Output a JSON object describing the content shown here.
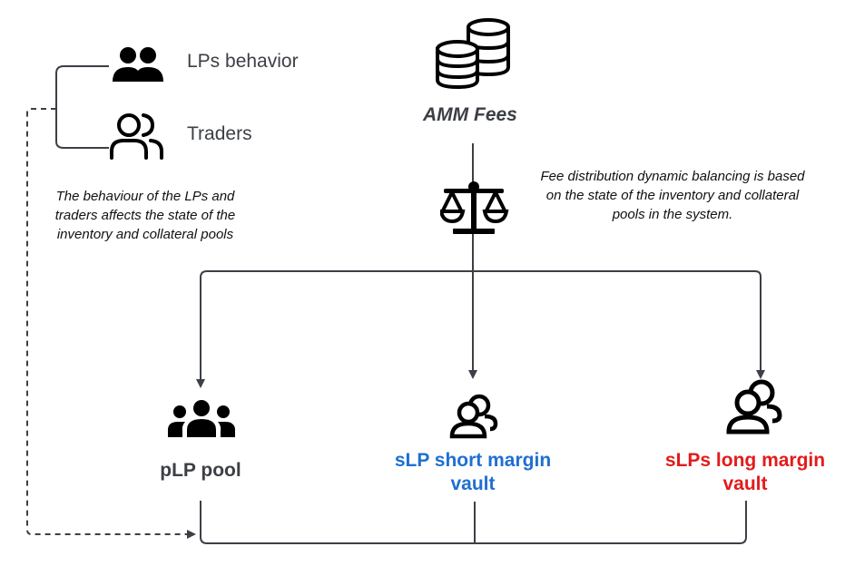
{
  "legend": {
    "lps_behavior": "LPs behavior",
    "traders": "Traders",
    "note": "The behaviour of the LPs and traders affects the state of the inventory and collateral pools"
  },
  "fees": {
    "title": "AMM Fees",
    "note": "Fee distribution dynamic balancing is based on the state of the inventory and collateral pools in the system."
  },
  "pools": [
    {
      "title": "pLP pool",
      "color": "#3c3f45"
    },
    {
      "title": "sLP short margin vault",
      "color": "#1f6fd1"
    },
    {
      "title": "sLPs long margin vault",
      "color": "#e31b1b"
    }
  ],
  "icons": {
    "lps": "people-group-icon",
    "traders": "people-outline-icon",
    "fees": "coin-stacks-icon",
    "balance": "scale-balance-icon",
    "plp": "three-people-icon",
    "slp_short": "two-users-icon",
    "slp_long": "two-users-icon"
  }
}
